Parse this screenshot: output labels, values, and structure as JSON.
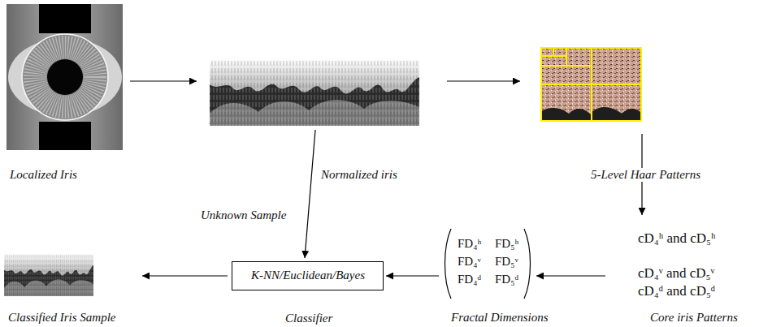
{
  "diagram": {
    "nodes": [
      {
        "text": [
          "Localized Iris"
        ]
      },
      {
        "text": [
          "Normalized iris"
        ]
      },
      {
        "text": [
          "5-Level Haar Patterns"
        ]
      },
      {
        "text": [
          "Classified Iris Sample"
        ]
      },
      {
        "text": [
          "K-NN/Euclidean/Bayes",
          "Classifier"
        ]
      },
      {
        "text": [
          "FD₄ʰ",
          "FD₅ʰ",
          "FD₄ᵛ",
          "FD₅ᵛ",
          "FD₄ᵈ",
          "FD₅ᵈ",
          "Fractal Dimensions"
        ]
      },
      {
        "text": [
          "cD₄ʰ and cD₅ʰ",
          "cD₄ᵛ and cD₅ᵛ",
          "cD₄ᵈ and cD₅ᵈ",
          "Core iris Patterns"
        ]
      }
    ],
    "edges": [
      {
        "from": 0,
        "to": 1,
        "arrow": "to"
      },
      {
        "from": 1,
        "to": 2,
        "arrow": "to"
      },
      {
        "from": 2,
        "to": 6,
        "arrow": "to"
      },
      {
        "from": 6,
        "to": 5,
        "arrow": "to"
      },
      {
        "from": 5,
        "to": 4,
        "arrow": "to"
      },
      {
        "from": 4,
        "to": 3,
        "arrow": "to"
      },
      {
        "from": 1,
        "to": 4,
        "label": "Unknown Sample",
        "arrow": "to"
      }
    ]
  }
}
